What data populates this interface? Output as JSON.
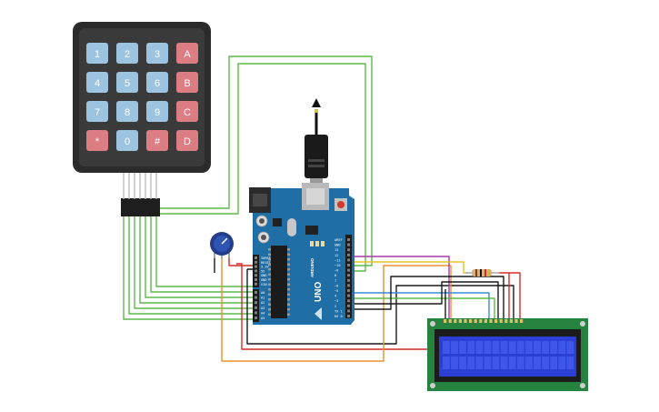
{
  "keypad": {
    "keys": [
      [
        "1",
        "2",
        "3",
        "A"
      ],
      [
        "4",
        "5",
        "6",
        "B"
      ],
      [
        "7",
        "8",
        "9",
        "C"
      ],
      [
        "*",
        "0",
        "#",
        "D"
      ]
    ]
  },
  "arduino": {
    "logo": "UNO",
    "brand": "ARDUINO",
    "digital_header": [
      "AREF",
      "GND",
      "13",
      "12",
      "~11",
      "~10",
      "~9",
      "8",
      "7",
      "~6",
      "~5",
      "4",
      "~3",
      "2",
      "TX 1",
      "RX 0"
    ],
    "power_header": [
      "IOREF",
      "RESET",
      "3.3V",
      "5V",
      "GND",
      "GND",
      "VIN"
    ],
    "analog_header": [
      "A0",
      "A1",
      "A2",
      "A3",
      "A4",
      "A5"
    ]
  },
  "colors": {
    "keypad_body": "#2b2b2b",
    "key_number": "#9cc3df",
    "key_letter": "#dc7d84",
    "board": "#1f6fa6",
    "wire_green": "#5db84a",
    "wire_orange": "#e8922b",
    "wire_red": "#d32c27",
    "wire_purple": "#a53aa8",
    "wire_yellow": "#e9c322",
    "wire_blue": "#3a8ad6",
    "wire_black": "#1a1a1a",
    "lcd_pcb": "#25833f",
    "lcd_screen": "#2b3fd4"
  }
}
